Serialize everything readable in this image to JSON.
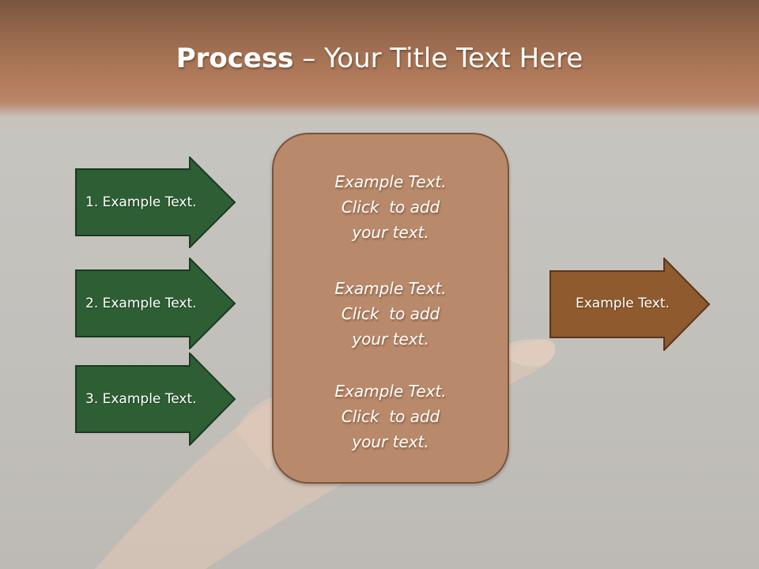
{
  "slide": {
    "title_bold": "Process",
    "title_rest": " – Your Title Text Here"
  },
  "left_arrows": [
    {
      "label": "1. Example Text."
    },
    {
      "label": "2. Example Text."
    },
    {
      "label": "3. Example Text."
    }
  ],
  "center_box": {
    "blocks": [
      {
        "lines": [
          "Example Text.",
          "Click  to add",
          "your text."
        ]
      },
      {
        "lines": [
          "Example Text.",
          "Click  to add",
          "your text."
        ]
      },
      {
        "lines": [
          "Example Text.",
          "Click  to add",
          "your text."
        ]
      }
    ]
  },
  "right_arrow": {
    "label": "Example Text."
  },
  "colors": {
    "green_arrow": "#2e5e33",
    "brown_arrow": "#8e5a2e",
    "center_box": "#b8896a",
    "header": "#a8704f"
  }
}
